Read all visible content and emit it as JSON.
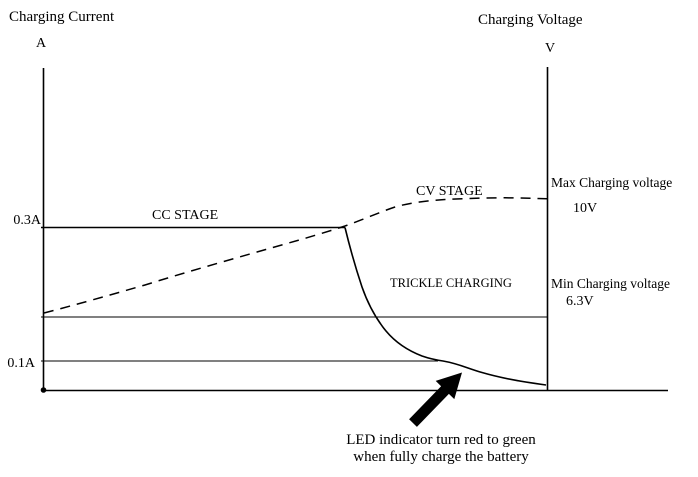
{
  "colors": {
    "ink": "#000000",
    "background": "#ffffff"
  },
  "axes": {
    "left": {
      "title": "Charging Current",
      "unit": "A",
      "ticks": [
        "0.3A",
        "0.1A"
      ]
    },
    "right": {
      "title": "Charging Voltage",
      "unit": "V",
      "max_label": "Max Charging voltage",
      "max_value": "10V",
      "min_label": "Min Charging voltage",
      "min_value": "6.3V"
    }
  },
  "stages": {
    "cc": "CC STAGE",
    "cv": "CV STAGE",
    "trickle": "TRICKLE CHARGING"
  },
  "annotation": {
    "line1": "LED indicator turn red to green",
    "line2": "when fully charge the battery"
  },
  "chart_data": {
    "type": "line",
    "title": "",
    "x_axis": "time (unlabeled, schematic)",
    "grid": false,
    "legend": false,
    "series": [
      {
        "name": "Charging Current",
        "unit": "A",
        "axis": "left",
        "line_style": "solid",
        "x_norm": [
          0,
          0.6,
          0.62,
          0.64,
          0.66,
          0.69,
          0.72,
          0.76,
          0.79,
          0.85,
          0.92,
          1.0
        ],
        "values": [
          0.3,
          0.3,
          0.26,
          0.21,
          0.17,
          0.14,
          0.12,
          0.105,
          0.1,
          0.085,
          0.07,
          0.05
        ]
      },
      {
        "name": "Charging Voltage",
        "unit": "V",
        "axis": "right",
        "line_style": "dashed",
        "x_norm": [
          0,
          0.1,
          0.2,
          0.3,
          0.4,
          0.5,
          0.6,
          0.68,
          0.76,
          0.84,
          0.92,
          1.0
        ],
        "values": [
          6.3,
          6.9,
          7.4,
          7.9,
          8.4,
          8.8,
          9.2,
          9.6,
          9.85,
          9.97,
          10.0,
          10.0
        ]
      }
    ],
    "left_axis": {
      "label": "Charging Current (A)",
      "ticks": [
        0.1,
        0.3
      ],
      "range": [
        0,
        0.35
      ]
    },
    "right_axis": {
      "label": "Charging Voltage (V)",
      "key_values": [
        6.3,
        10
      ],
      "range": [
        6.3,
        10.5
      ]
    },
    "reference_lines": [
      {
        "axis": "left",
        "value": 0.3,
        "label": "0.3A"
      },
      {
        "axis": "left",
        "value": 0.1,
        "label": "0.1A"
      },
      {
        "axis": "right",
        "value": 10,
        "label": "Max Charging voltage 10V"
      },
      {
        "axis": "right",
        "value": 6.3,
        "label": "Min Charging voltage 6.3V"
      }
    ],
    "stages": [
      "CC STAGE",
      "CV STAGE",
      "TRICKLE CHARGING"
    ],
    "annotations": [
      {
        "text": "LED indicator turn red to green when fully charge the battery",
        "points_at": "end of current curve where trickle charging finishes"
      }
    ]
  }
}
